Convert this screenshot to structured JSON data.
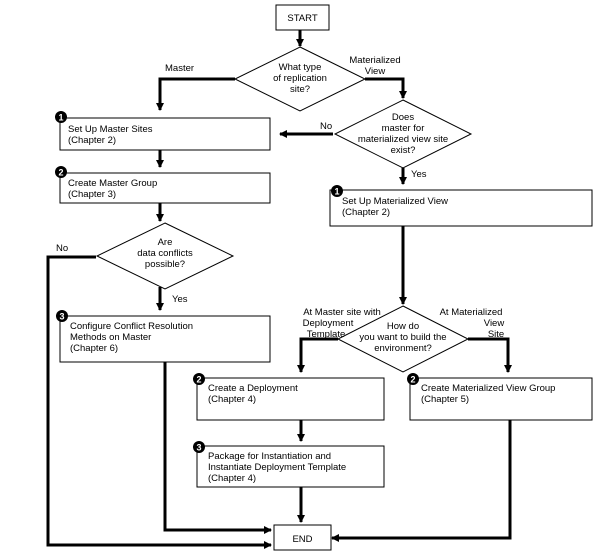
{
  "start": "START",
  "end": "END",
  "decisions": {
    "site_type": [
      "What type",
      "of replication",
      "site?"
    ],
    "master_exists": [
      "Does",
      "master for",
      "materialized view site",
      "exist?"
    ],
    "conflicts": [
      "Are",
      "data conflicts",
      "possible?"
    ],
    "build_env": [
      "How do",
      "you want to build the",
      "environment?"
    ]
  },
  "edge_labels": {
    "master": "Master",
    "materialized_view": [
      "Materialized",
      "View"
    ],
    "no_1": "No",
    "yes_1": "Yes",
    "no_2": "No",
    "yes_2": "Yes",
    "at_master": [
      "At Master site with",
      "Deployment",
      "Template"
    ],
    "at_mv": [
      "At Materialized",
      "View",
      "Site"
    ]
  },
  "steps": {
    "setup_master": {
      "badge": "1",
      "lines": [
        "Set Up Master Sites",
        "(Chapter 2)"
      ]
    },
    "create_master_group": {
      "badge": "2",
      "lines": [
        "Create Master Group",
        "(Chapter 3)"
      ]
    },
    "conflict_resolution": {
      "badge": "3",
      "lines": [
        "Configure Conflict Resolution",
        "Methods on Master",
        "(Chapter 6)"
      ]
    },
    "setup_mv": {
      "badge": "1",
      "lines": [
        "Set Up Materialized View",
        "(Chapter 2)"
      ]
    },
    "create_deployment": {
      "badge": "2",
      "lines": [
        "Create a Deployment",
        "(Chapter 4)"
      ]
    },
    "package_instantiate": {
      "badge": "3",
      "lines": [
        "Package for Instantiation and",
        "Instantiate Deployment Template",
        "(Chapter 4)"
      ]
    },
    "create_mv_group": {
      "badge": "2",
      "lines": [
        "Create Materialized View Group",
        "(Chapter 5)"
      ]
    }
  }
}
